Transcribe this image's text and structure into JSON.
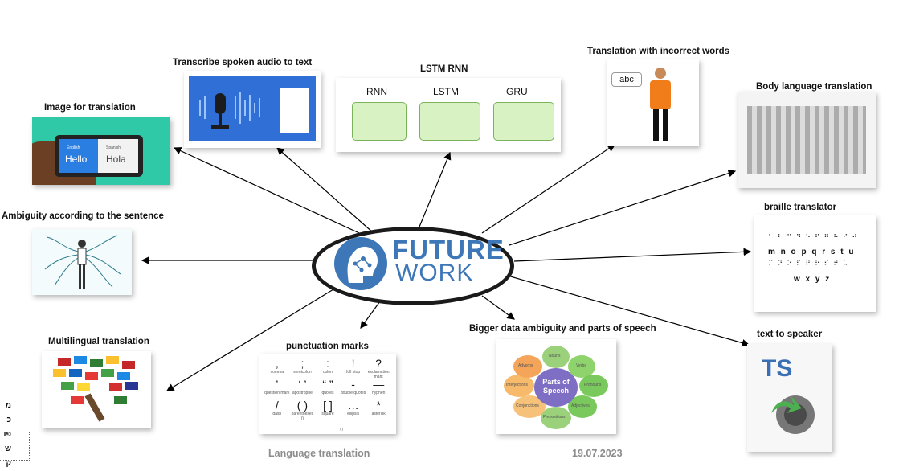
{
  "center": {
    "line1": "FUTURE",
    "line2": "WORK"
  },
  "labels": {
    "image_translation": "Image for translation",
    "transcribe": "Transcribe spoken audio to text",
    "lstm": "LSTM RNN",
    "incorrect_words": "Translation with incorrect words",
    "body_language": "Body language translation",
    "ambiguity_sentence": "Ambiguity according to the sentence",
    "braille": "braille translator",
    "multilingual": "Multilingual translation",
    "punctuation": "punctuation marks",
    "bigger_data": "Bigger data ambiguity and parts of speech",
    "text_to_speaker": "text to speaker"
  },
  "footer": {
    "title": "Language translation",
    "date": "19.07.2023"
  },
  "phone": {
    "english": "English",
    "hello": "Hello",
    "spanish": "Spanish",
    "hola": "Hola"
  },
  "lstm_panel": {
    "rnn": "RNN",
    "lstm": "LSTM",
    "gru": "GRU"
  },
  "abc": {
    "text": "abc"
  },
  "braille_panel": {
    "row2": "m n o p q r s t u",
    "row3": "w x y z"
  },
  "punct_panel": {
    "symbols": [
      ",",
      ";",
      ":",
      "!",
      "?",
      "’",
      "‘ ’",
      "“ ”",
      "-",
      "—",
      "/",
      "( )",
      "[ ]",
      "…",
      "*"
    ],
    "names": [
      "comma",
      "semicolon",
      "colon",
      "full stop",
      "exclamation mark",
      "question mark",
      "apostrophe",
      "quotes",
      "double quotes",
      "hyphen",
      "dash",
      "\\ /",
      "parentheses ()",
      "square",
      "ellipsis",
      "asterisk"
    ]
  },
  "speech_panel": {
    "center": "Parts of Speech",
    "petals": [
      "Nouns",
      "Verbs",
      "Pronouns",
      "Adjectives",
      "Prepositions",
      "Conjunctions",
      "Interjections",
      "Adverbs"
    ]
  },
  "ts_panel": {
    "text": "TS"
  },
  "hebrew_side": [
    "מ",
    "כ",
    "פו",
    "ש",
    "ק"
  ],
  "colors": {
    "accent_blue": "#3d77b8",
    "teal": "#2fc9a7",
    "hub_border": "#1a1a1a",
    "footer_gray": "#8c8c8c"
  }
}
